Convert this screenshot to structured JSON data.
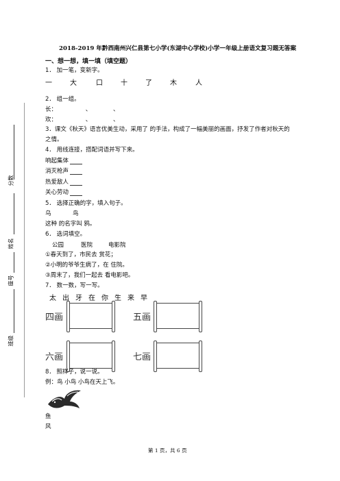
{
  "title": "2018-2019 年黔西南州兴仁县第七小学(东湖中心学校)小学一年级上册语文复习题无答案",
  "section1": "一、想一想，填一填（填空题）",
  "q1": {
    "stem": "1．  加一笔，变新字。",
    "chars": [
      "一",
      "大",
      "口",
      "十",
      "了",
      "木",
      "人"
    ]
  },
  "q2": {
    "stem": "2．  组一组。",
    "row1": "长：",
    "row2": "欢：",
    "sep": "、"
  },
  "q3": {
    "line1": "3．课文《秋天》语言优美生动，采用了            的手法，构成了一幅美丽的画面，抒发了作者对秋天的",
    "line2": "之情。"
  },
  "q4": {
    "stem": "4．  用线连接，搭配词语并写下来。",
    "items": [
      "响起集体",
      "消灭枪声",
      "热爱敌人",
      "关心劳动"
    ]
  },
  "q5": {
    "stem": "5．  选择正确的字，填入句子。",
    "opts": [
      "乌",
      "鸟"
    ],
    "line": "这种            的名字叫            鸦。"
  },
  "q6": {
    "stem": "6．  选词填空。",
    "words": [
      "公园",
      "医院",
      "电影院"
    ],
    "s1": "①春天到了，市民去              赏花；",
    "s2": "②小明的爷爷生病了，在              住院。",
    "s3": "③周末了，我们一起去              看电影吧。"
  },
  "q7": {
    "stem": "7．  数一数，写一写。",
    "chars": [
      "太",
      "出",
      "牙",
      "在",
      "你",
      "生",
      "来",
      "早"
    ],
    "boxes": [
      "四画",
      "五画",
      "六画",
      "七画"
    ]
  },
  "q8": {
    "stem": "8．  照样子，说一说。",
    "example": "例：鸟  小鸟  小鸟在天上飞。",
    "a": "鱼",
    "b": "风"
  },
  "side": {
    "score": "分数",
    "name": "姓名",
    "no": "座号",
    "cls": "班级"
  },
  "footer": "第 1 页，共 6 页"
}
